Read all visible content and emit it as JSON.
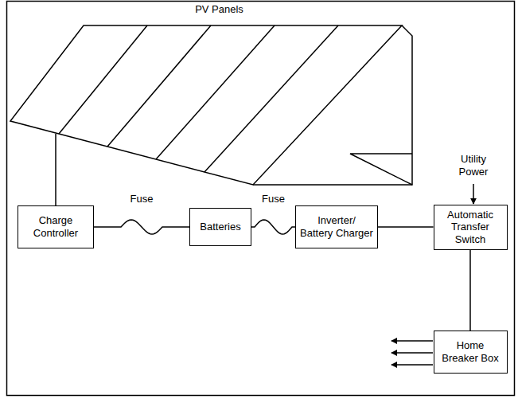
{
  "diagram": {
    "nodes": [
      {
        "text": [
          "PV Panels"
        ]
      },
      {
        "text": [
          "Charge Controller"
        ]
      },
      {
        "text": [
          "Batteries"
        ]
      },
      {
        "text": [
          "Inverter/ Battery Charger"
        ]
      },
      {
        "text": [
          "Automatic Transfer Switch"
        ]
      },
      {
        "text": [
          "Home Breaker Box"
        ]
      }
    ],
    "edges": [
      {
        "from": 0,
        "to": 1,
        "arrow": "none"
      },
      {
        "from": 1,
        "to": 2,
        "arrow": "none",
        "label": "Fuse"
      },
      {
        "from": 2,
        "to": 3,
        "arrow": "none",
        "label": "Fuse"
      },
      {
        "from": 3,
        "to": 4,
        "arrow": "none"
      },
      {
        "from": 4,
        "to": 5,
        "arrow": "none"
      }
    ],
    "labels": [
      "Utility Power"
    ]
  }
}
